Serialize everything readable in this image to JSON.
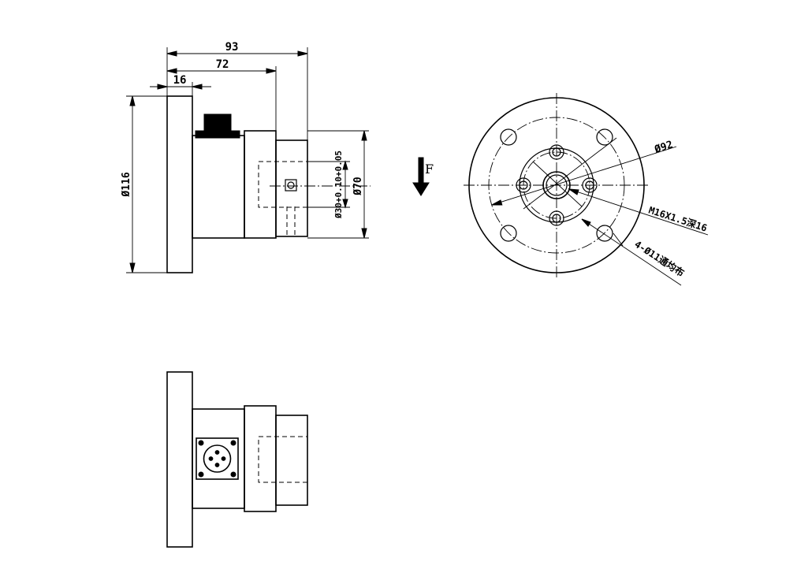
{
  "dimensions": {
    "overall_length": "93",
    "body_length": "72",
    "flange_thickness": "16",
    "flange_diameter": "Ø116",
    "shaft_bore": "Ø30+0.10+0.05",
    "shaft_outer": "Ø70",
    "bolt_circle": "Ø92",
    "center_thread": "M16X1.5深16",
    "mount_holes": "4-Ø11通均布"
  },
  "force_label": "F",
  "line_color": "#000000",
  "background_color": "#ffffff"
}
